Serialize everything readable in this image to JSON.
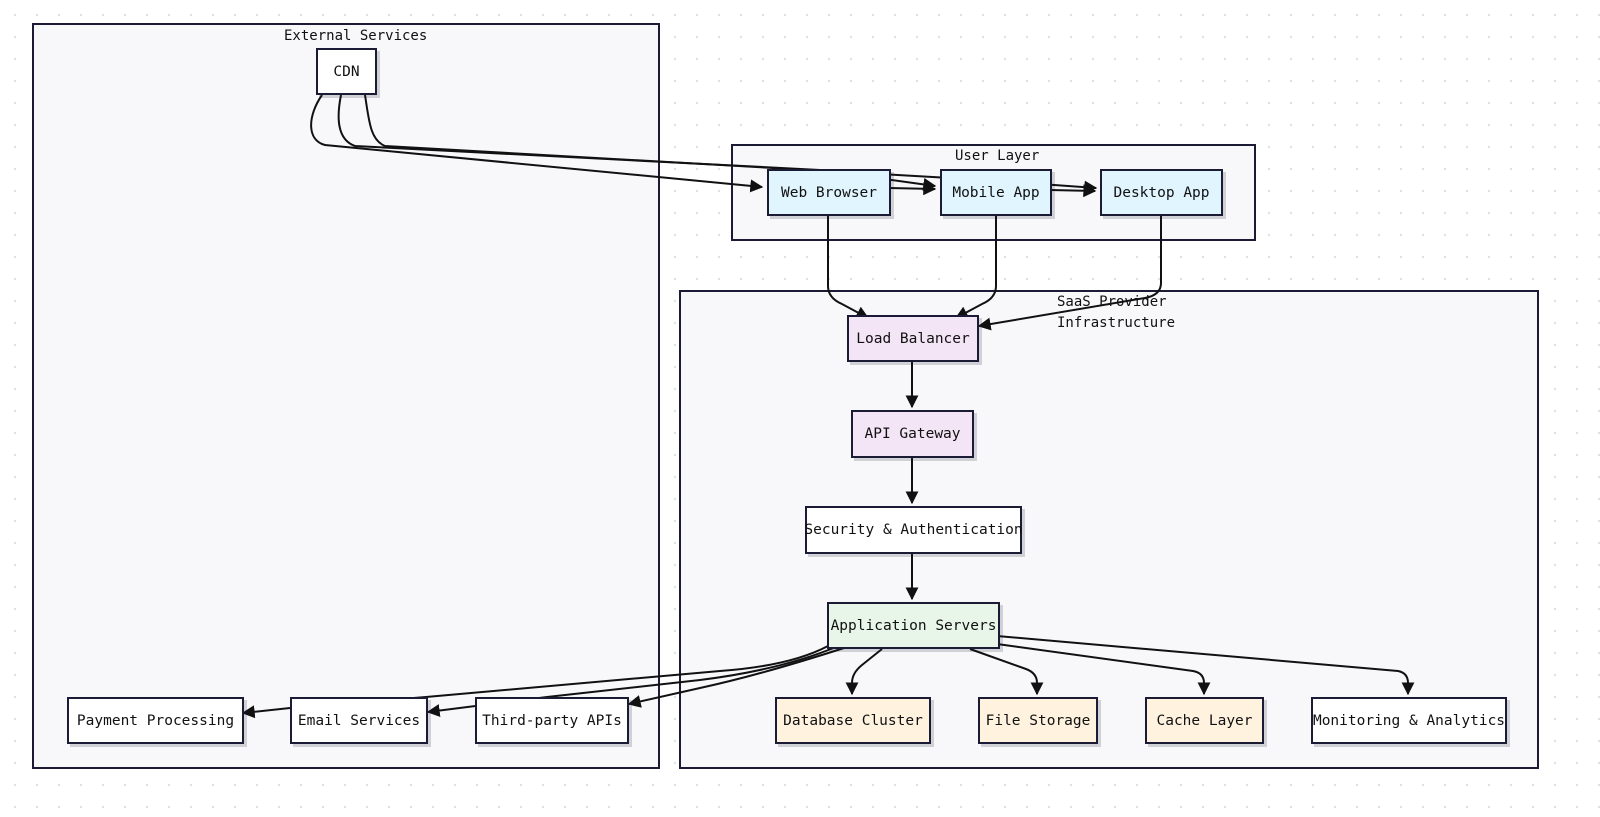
{
  "colors": {
    "group_fill": "#f8f8fb",
    "border": "#1b1b35",
    "user_node": "#e1f5fe",
    "gateway_node": "#f3e5f5",
    "app_node": "#e8f5e9",
    "storage_node": "#fff3e0",
    "plain_node": "#ffffff"
  },
  "groups": {
    "external": {
      "title": "External Services"
    },
    "user": {
      "title": "User Layer"
    },
    "saas": {
      "title": "SaaS Provider\nInfrastructure"
    }
  },
  "nodes": {
    "cdn": {
      "label": "CDN"
    },
    "web_browser": {
      "label": "Web Browser"
    },
    "mobile_app": {
      "label": "Mobile App"
    },
    "desktop_app": {
      "label": "Desktop App"
    },
    "load_balancer": {
      "label": "Load Balancer"
    },
    "api_gateway": {
      "label": "API Gateway"
    },
    "security": {
      "label": "Security & Authentication"
    },
    "app_servers": {
      "label": "Application Servers"
    },
    "database": {
      "label": "Database Cluster"
    },
    "file_storage": {
      "label": "File Storage"
    },
    "cache": {
      "label": "Cache Layer"
    },
    "monitoring": {
      "label": "Monitoring & Analytics"
    },
    "payment": {
      "label": "Payment Processing"
    },
    "email": {
      "label": "Email Services"
    },
    "third_party": {
      "label": "Third-party APIs"
    }
  },
  "edges": [
    {
      "from": "CDN",
      "to": "Web Browser"
    },
    {
      "from": "CDN",
      "to": "Mobile App"
    },
    {
      "from": "CDN",
      "to": "Desktop App"
    },
    {
      "from": "Web Browser",
      "to": "Mobile App"
    },
    {
      "from": "Mobile App",
      "to": "Desktop App"
    },
    {
      "from": "Web Browser",
      "to": "Load Balancer"
    },
    {
      "from": "Mobile App",
      "to": "Load Balancer"
    },
    {
      "from": "Desktop App",
      "to": "Load Balancer"
    },
    {
      "from": "Load Balancer",
      "to": "API Gateway"
    },
    {
      "from": "API Gateway",
      "to": "Security & Authentication"
    },
    {
      "from": "Security & Authentication",
      "to": "Application Servers"
    },
    {
      "from": "Application Servers",
      "to": "Database Cluster"
    },
    {
      "from": "Application Servers",
      "to": "File Storage"
    },
    {
      "from": "Application Servers",
      "to": "Cache Layer"
    },
    {
      "from": "Application Servers",
      "to": "Monitoring & Analytics"
    },
    {
      "from": "Application Servers",
      "to": "Payment Processing"
    },
    {
      "from": "Application Servers",
      "to": "Email Services"
    },
    {
      "from": "Application Servers",
      "to": "Third-party APIs"
    }
  ]
}
